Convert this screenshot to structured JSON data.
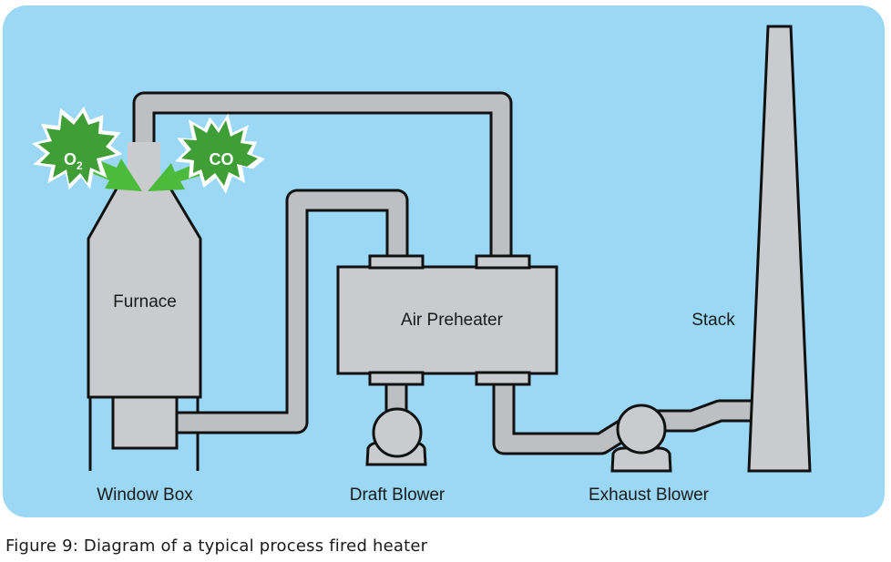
{
  "labels": {
    "furnace": "Furnace",
    "air_preheater": "Air Preheater",
    "stack": "Stack",
    "window_box": "Window Box",
    "draft_blower": "Draft Blower",
    "exhaust_blower": "Exhaust Blower"
  },
  "badges": {
    "o2_main": "O",
    "o2_sub": "2",
    "co": "CO"
  },
  "caption": "Figure 9: Diagram of a typical process fired heater",
  "colors": {
    "background": "#9bd8f5",
    "metal": "#c9cbce",
    "outline": "#111111",
    "badge_green": "#3f9e35",
    "arrow_green": "#4cbb3c"
  }
}
